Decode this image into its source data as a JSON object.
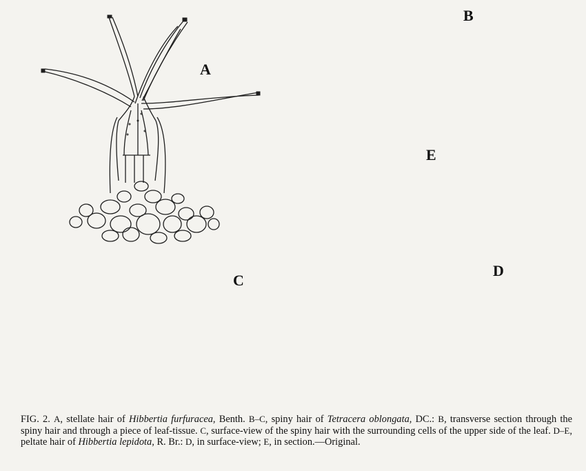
{
  "figure": {
    "labels": {
      "A": "A",
      "B": "B",
      "C": "C",
      "D": "D",
      "E": "E"
    }
  },
  "caption": {
    "fig": "FIG. 2.",
    "p1": "A",
    "p2": ", stellate hair of ",
    "p3": "Hibbertia furfuracea",
    "p4": ", Benth. ",
    "p5": "B–C",
    "p6": ", spiny hair of ",
    "p7": "Tetracera oblongata",
    "p8": ", DC.: ",
    "p9": "B",
    "p10": ", transverse section through the spiny hair and through a piece of leaf-tissue. ",
    "p11": "C",
    "p12": ", surface-view of the spiny hair with the surrounding cells of the upper side of the leaf. ",
    "p13": "D–E",
    "p14": ", peltate hair of ",
    "p15": "Hibbertia lepidota",
    "p16": ", R. Br.: ",
    "p17": "D",
    "p18": ", in surface-view; ",
    "p19": "E",
    "p20": ", in section.—Original."
  }
}
